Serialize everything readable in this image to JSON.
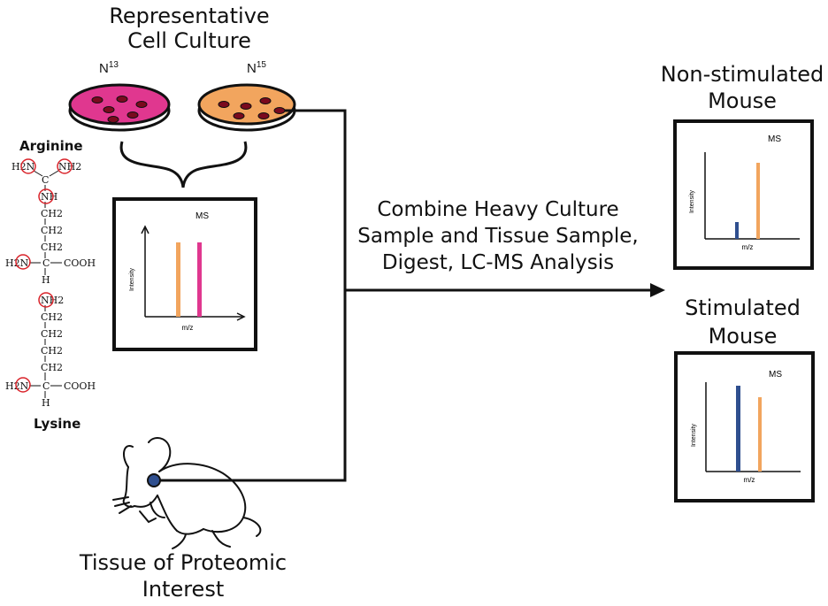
{
  "culture": {
    "title_line1": "Representative",
    "title_line2": "Cell Culture",
    "dish_left_label": "N",
    "dish_left_sup": "13",
    "dish_right_label": "N",
    "dish_right_sup": "15"
  },
  "colors": {
    "light_isotope": "#e0378f",
    "heavy_isotope": "#f2a55e",
    "tissue_peak": "#2f4f8f",
    "line": "#111111"
  },
  "ms_center": {
    "title": "MS",
    "ylabel": "Intensity",
    "xlabel": "m/z"
  },
  "ms_nonstim": {
    "title": "MS",
    "ylabel": "Intensity",
    "xlabel": "m/z"
  },
  "ms_stim": {
    "title": "MS",
    "ylabel": "Intensity",
    "xlabel": "m/z"
  },
  "chemistry": {
    "arginine_label": "Arginine",
    "lysine_label": "Lysine",
    "h2n": "H2N",
    "nh2": "NH2",
    "nh": "NH",
    "c": "C",
    "ch2": "CH2",
    "cooh": "COOH",
    "h": "H"
  },
  "process": {
    "line1": "Combine Heavy Culture",
    "line2": "Sample and Tissue Sample,",
    "line3": "Digest, LC-MS Analysis"
  },
  "nonstim": {
    "title_line1": "Non-stimulated",
    "title_line2": "Mouse"
  },
  "stim": {
    "title_line1": "Stimulated",
    "title_line2": "Mouse"
  },
  "tissue": {
    "line1": "Tissue of Proteomic",
    "line2": "Interest"
  }
}
